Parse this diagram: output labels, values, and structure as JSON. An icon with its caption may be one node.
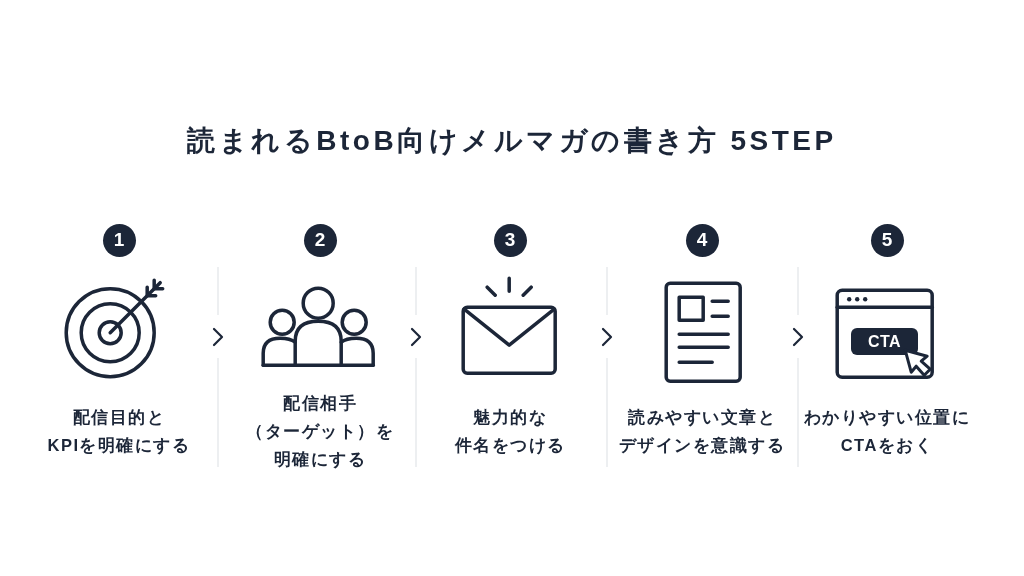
{
  "diagram": {
    "title": "読まれるBtoB向けメルマガの書き方 5STEP",
    "nodes": [
      {
        "text": [
          "1",
          "配信目的とKPIを明確にする"
        ]
      },
      {
        "text": [
          "2",
          "配信相手（ターゲット）を明確にする"
        ]
      },
      {
        "text": [
          "3",
          "魅力的な件名をつける"
        ]
      },
      {
        "text": [
          "4",
          "読みやすい文章とデザインを意識する"
        ]
      },
      {
        "text": [
          "5",
          "わかりやすい位置にCTAをおく"
        ]
      }
    ],
    "edges": [
      {
        "from": 0,
        "to": 1,
        "arrow": "to"
      },
      {
        "from": 1,
        "to": 2,
        "arrow": "to"
      },
      {
        "from": 2,
        "to": 3,
        "arrow": "to"
      },
      {
        "from": 3,
        "to": 4,
        "arrow": "to"
      }
    ],
    "labels": [
      "CTA"
    ]
  }
}
